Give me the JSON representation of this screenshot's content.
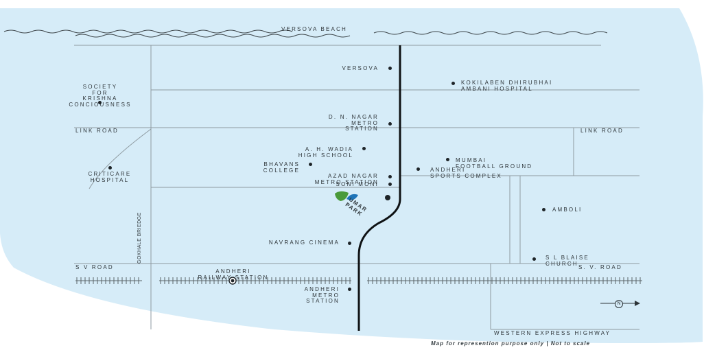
{
  "colors": {
    "land": "#d6ecf8",
    "road": "#8e9aa0",
    "text": "#2d3438",
    "main_road": "#0f1214"
  },
  "labels": {
    "versova_beach": "VERSOVA BEACH",
    "versova": "VERSOVA",
    "kokilaben": "KOKILABEN DHIRUBHAI\nAMBANI HOSPITAL",
    "iskcon": "SOCIETY\nFOR\nKRISHNA\nCONCIOUSNESS",
    "dn_nagar": "D. N. NAGAR\nMETRO\nSTATION",
    "link_road_left": "LINK ROAD",
    "link_road_right": "LINK ROAD",
    "ah_wadia": "A. H. WADIA\nHIGH SCHOOL",
    "bhavans": "BHAVANS\nCOLLEGE",
    "mumbai_football": "MUMBAI\nFOOTBALL GROUND",
    "criticare": "CRITICARE\nHOSPITAL",
    "andheri_sports": "ANDHERI\nSPORTS COMPLEX",
    "azad_nagar": "AZAD NAGAR\nMETRO STATION",
    "soni_moni": "SONI MONI",
    "amboli": "AMBOLI",
    "gokhale": "GOKHALE BRIEDGE",
    "navrang": "NAVRANG CINEMA",
    "sl_blaise": "S L BLAISE\nCHURCH",
    "sv_road_left": "S V ROAD",
    "sv_road_right": "S. V. ROAD",
    "andheri_railway": "ANDHERI\nRAILWAY STATION",
    "andheri_metro": "ANDHERI\nMETRO\nSTATION",
    "western_express": "WESTERN EXPRESS HIGHWAY",
    "north": "N"
  },
  "project": {
    "name_line1": "UMAR",
    "name_line2": "PARK"
  },
  "footer": "Map for represention purpose only  |  Not to scale"
}
